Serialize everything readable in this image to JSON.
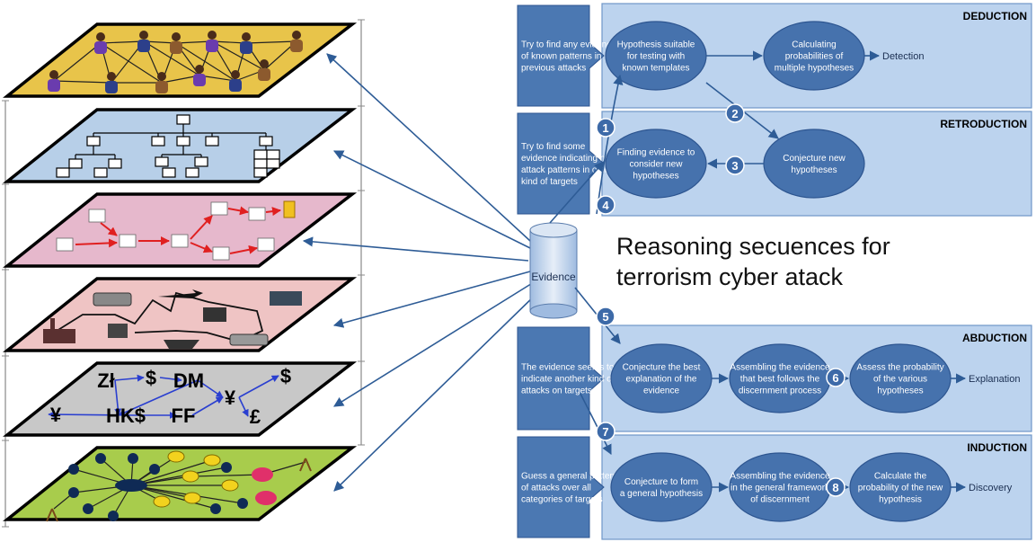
{
  "caption": {
    "line1": "Reasoning secuences for",
    "line2": "terrorism cyber atack"
  },
  "evidence_label": "Evidence",
  "colors": {
    "layer1": "#e8c44a",
    "layer2": "#b7cfe8",
    "layer3": "#e6b8cc",
    "layer4": "#efc4c4",
    "layer5": "#c8c8c8",
    "layer6": "#a8cc4c",
    "panel": "#bcd3ee",
    "callout": "#4b78b2",
    "ellipse": "#4672ad",
    "arrow": "#2e5c96"
  },
  "layers": [
    {
      "name": "social-network-layer",
      "icon": "people-network-icon"
    },
    {
      "name": "organization-chart-layer",
      "icon": "org-chart-icon"
    },
    {
      "name": "process-flow-layer",
      "icon": "process-flow-icon"
    },
    {
      "name": "transport-layer",
      "icon": "transport-icon"
    },
    {
      "name": "currency-layer",
      "icon": "currency-network-icon",
      "symbols": [
        "Zł",
        "$",
        "DM",
        "$",
        "¥",
        "HK$",
        "FF",
        "¥",
        "£"
      ]
    },
    {
      "name": "infrastructure-network-layer",
      "icon": "node-graph-icon"
    }
  ],
  "sections": [
    {
      "id": "deduction",
      "title": "DEDUCTION",
      "callout": [
        "Try to find any evidence",
        "of known patterns in",
        "previous attacks"
      ],
      "nodes": [
        [
          "Hypothesis suitable",
          "for testing with",
          "known templates"
        ],
        [
          "Calculating",
          "probabilities of",
          "multiple hypotheses"
        ]
      ],
      "output": "Detection"
    },
    {
      "id": "retroduction",
      "title": "RETRODUCTION",
      "callout": [
        "Try to find some",
        "evidence indicating new",
        "attack patterns in other",
        "kind of targets"
      ],
      "nodes": [
        [
          "Finding evidence to",
          "consider new",
          "hypotheses"
        ],
        [
          "Conjecture new",
          "hypotheses"
        ]
      ]
    },
    {
      "id": "abduction",
      "title": "ABDUCTION",
      "callout": [
        "The evidence seems to",
        "indicate another kind of",
        "attacks on targets"
      ],
      "nodes": [
        [
          "Conjecture the best",
          "explanation of the",
          "evidence"
        ],
        [
          "Assembling the evidence",
          "that best follows the",
          "discernment process"
        ],
        [
          "Assess the probability",
          "of the various",
          "hypotheses"
        ]
      ],
      "output": "Explanation"
    },
    {
      "id": "induction",
      "title": "INDUCTION",
      "callout": [
        "Guess a general pattern",
        "of attacks over all",
        "categories of targets"
      ],
      "nodes": [
        [
          "Conjecture to form",
          "a general hypothesis"
        ],
        [
          "Assembling the evidence",
          "in the general framework",
          "of discernment"
        ],
        [
          "Calculate the",
          "probability of the new",
          "hypothesis"
        ]
      ],
      "output": "Discovery"
    }
  ],
  "steps": [
    "1",
    "2",
    "3",
    "4",
    "5",
    "6",
    "7",
    "8"
  ]
}
